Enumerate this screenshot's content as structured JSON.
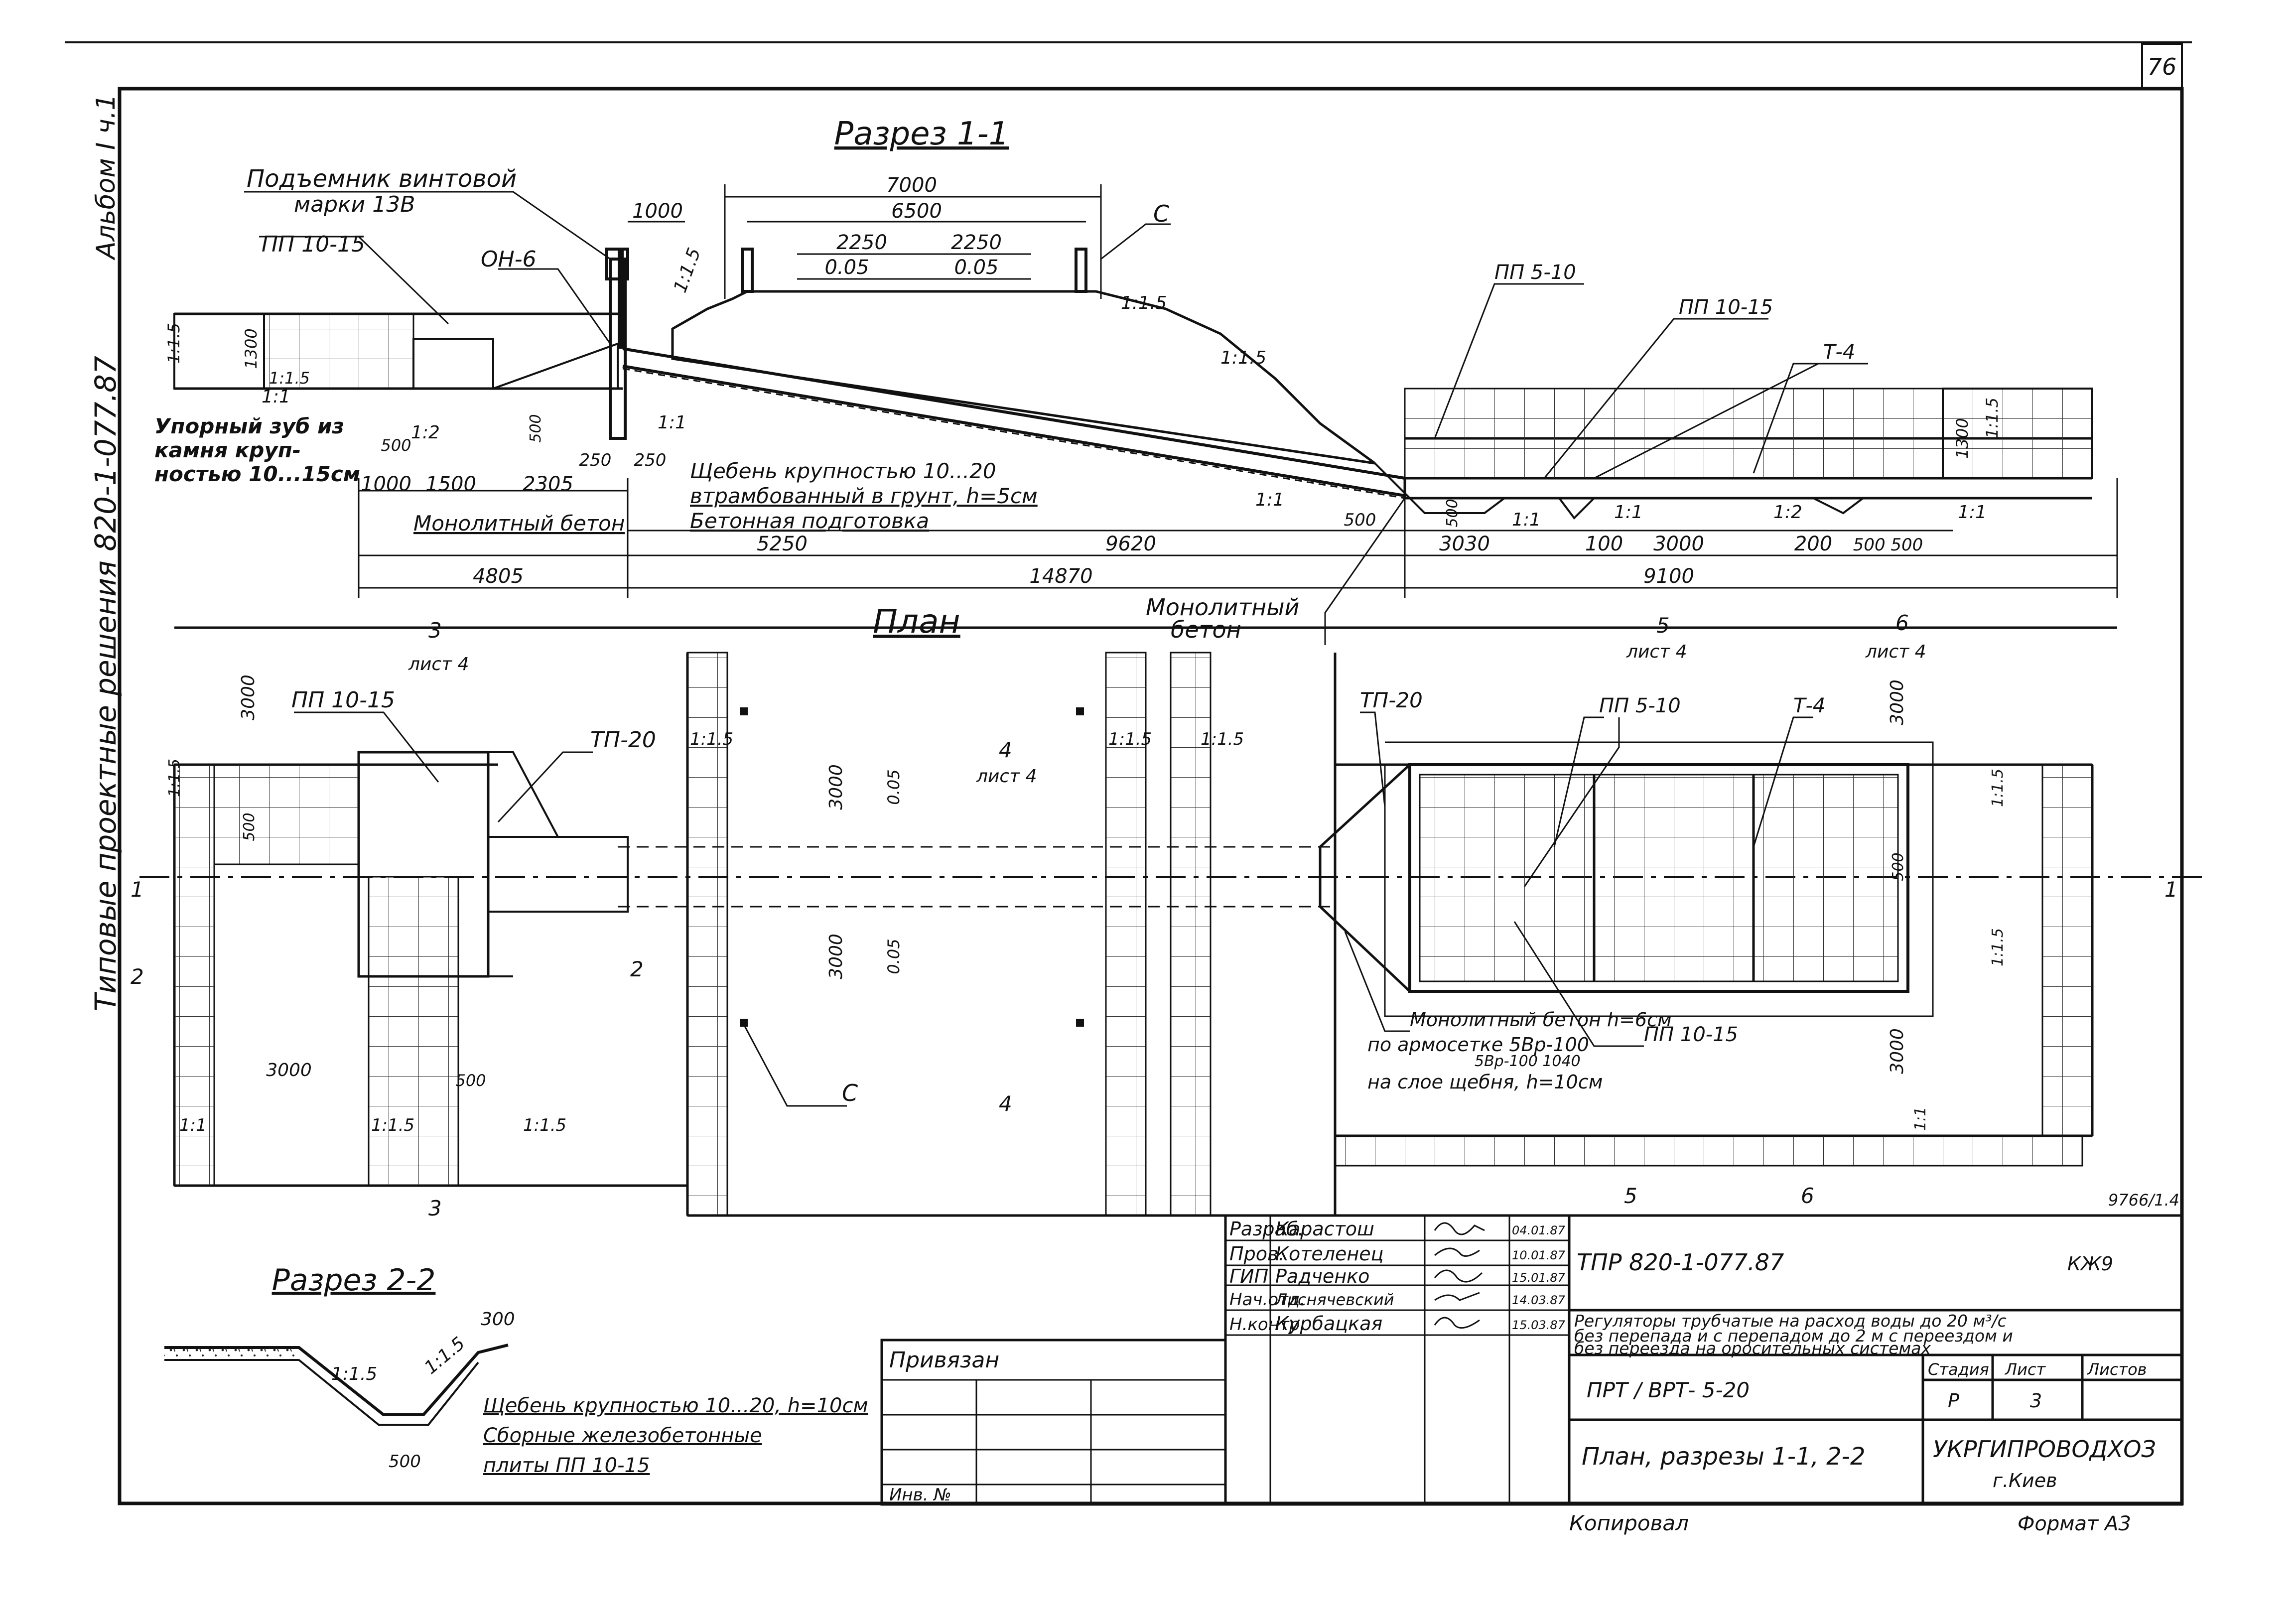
{
  "sheet": {
    "page_number": "76",
    "album": "Альбом I ч.1",
    "series_side": "Типовые проектные решения 820-1-077.87",
    "inventory_code": "9766/1.4"
  },
  "section_1_1": {
    "title": "Разрез 1-1",
    "labels": {
      "lift": "Подъемник винтовой",
      "lift_mark": "марки 13В",
      "pp_10_15_left": "ПП 10-15",
      "oh6": "ОН-6",
      "c": "С",
      "pp_5_10": "ПП 5-10",
      "pp_10_15_right": "ПП 10-15",
      "t4": "Т-4",
      "stop_tooth_1": "Упорный зуб из",
      "stop_tooth_2": "камня круп-",
      "stop_tooth_3": "ностью 10...15см",
      "monolith_concrete": "Монолитный бетон",
      "gravel_1": "Щебень крупностью 10...20",
      "gravel_2": "втрамбованный в грунт, h=5см",
      "concrete_prep": "Бетонная подготовка",
      "monolith_2a": "Монолитный",
      "monolith_2b": "бетон"
    },
    "dims": {
      "d7000": "7000",
      "d6500": "6500",
      "d1000top": "1000",
      "d2250a": "2250",
      "d2250b": "2250",
      "d005a": "0.05",
      "d005b": "0.05",
      "d1300l": "1300",
      "d1300r": "1300",
      "d500a": "500",
      "d500b": "500",
      "d1000": "1000",
      "d1500": "1500",
      "d2305": "2305",
      "d250a": "250",
      "d250b": "250",
      "d5250": "5250",
      "d9620": "9620",
      "d4805": "4805",
      "d14870": "14870",
      "d500c": "500",
      "d500d": "500",
      "d3030": "3030",
      "d100": "100",
      "d3000": "3000",
      "d200": "200",
      "d500500": "500 500",
      "d9100": "9100"
    },
    "slopes": {
      "s15a": "1:1.5",
      "s15b": "1:1.5",
      "s15c": "1:1.5",
      "s15d": "1:1.5",
      "s15e": "1:1.5",
      "s11a": "1:1",
      "s11b": "1:1",
      "s12a": "1:2",
      "s11c": "1:1",
      "s11d": "1:1",
      "s11e": "1:1",
      "s12b": "1:2",
      "s11f": "1:1",
      "s15f": "1:1.5"
    }
  },
  "plan": {
    "title": "План",
    "labels": {
      "pp_10_15_l": "ПП 10-15",
      "tp20_l": "ТП-20",
      "tp20_r": "ТП-20",
      "pp_5_10": "ПП 5-10",
      "t4": "Т-4",
      "pp_10_15_r": "ПП 10-15",
      "c": "С",
      "monolith_1": "Монолитный бетон h=6см",
      "monolith_2": "по армосетке 5Вр-100",
      "monolith_3": "5Вр-100 1040",
      "monolith_4": "на слое щебня, h=10см"
    },
    "marks": {
      "m3": "3",
      "m3_sheet": "лист 4",
      "m4": "4",
      "m4_sheet": "лист 4",
      "m5": "5",
      "m5_sheet": "лист 4",
      "m6": "6",
      "m6_sheet": "лист 4",
      "m1l": "1",
      "m1r": "1",
      "m2l": "2",
      "m2r": "2",
      "m3b": "3",
      "m4b": "4",
      "m5b": "5",
      "m6b": "6"
    },
    "dims": {
      "d3000_tl": "3000",
      "d500_l": "500",
      "d3000_mid1": "3000",
      "d005_1": "0.05",
      "d3000_mid2": "3000",
      "d005_2": "0.05",
      "d3000_bottom": "3000",
      "d500_b": "500",
      "d3000_tr": "3000",
      "d500_r": "500",
      "d3000_br": "3000"
    },
    "slopes": {
      "s15a": "1:1.5",
      "s15b": "1:1.5",
      "s15c": "1:1.5",
      "s15d": "1:1.5",
      "s11a": "1:1",
      "s15e": "1:1.5",
      "s15f": "1:1.5",
      "s15r1": "1:1.5",
      "s15r2": "1:1.5",
      "s11r": "1:1"
    }
  },
  "section_2_2": {
    "title": "Разрез 2-2",
    "d300": "300",
    "d500": "500",
    "s15a": "1:1.5",
    "s15b": "1:1.5",
    "note1": "Щебень крупностью 10...20, h=10см",
    "note2": "Сборные железобетонные",
    "note3": "плиты  ПП 10-15"
  },
  "title_block": {
    "roles": [
      "Разраб.",
      "Пров.",
      "ГИП",
      "Нач.отд.",
      "Н.контр."
    ],
    "names": [
      "Карастош",
      "Котеленец",
      "Радченко",
      "Лиснячевский",
      "Курбацкая"
    ],
    "dates": [
      "04.01.87",
      "10.01.87",
      "15.01.87",
      "14.03.87",
      "15.03.87"
    ],
    "doc_code": "ТПР 820-1-077.87",
    "kk": "КЖ9",
    "description_1": "Регуляторы трубчатые на расход воды до 20 м³/с",
    "description_2": "без перепада и с перепадом до 2 м с переездом и",
    "description_3": "без переезда на оросительных системах",
    "part": "ПРТ / ВРТ- 5-20",
    "stage_hdr": "Стадия",
    "sheet_hdr": "Лист",
    "sheets_hdr": "Листов",
    "stage": "Р",
    "sheet_no": "3",
    "sheet_title": "План, разрезы 1-1, 2-2",
    "org": "УКРГИПРОВОДХОЗ",
    "city": "г.Киев",
    "privyazan": "Привязан",
    "inv_no": "Инв. №",
    "copied": "Копировал",
    "format": "Формат А3"
  }
}
